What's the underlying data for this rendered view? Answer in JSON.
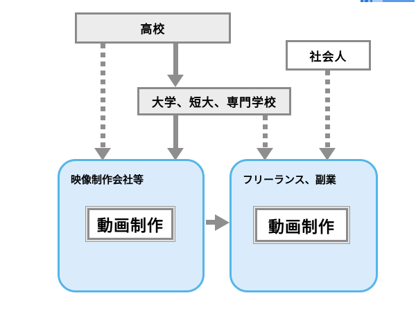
{
  "diagram": {
    "title": "video-production career path flow",
    "nodes": {
      "highschool": {
        "label": "高校"
      },
      "college": {
        "label": "大学、短大、専門学校"
      },
      "adult": {
        "label": "社会人"
      },
      "production_company": {
        "label": "映像制作会社等",
        "inner_label": "動画制作"
      },
      "freelance": {
        "label": "フリーランス、副業",
        "inner_label": "動画制作"
      }
    },
    "edges": [
      {
        "from": "highschool",
        "to": "production_company",
        "style": "dashed"
      },
      {
        "from": "highschool",
        "to": "college",
        "style": "solid"
      },
      {
        "from": "college",
        "to": "production_company",
        "style": "solid"
      },
      {
        "from": "college",
        "to": "freelance",
        "style": "dashed"
      },
      {
        "from": "adult",
        "to": "freelance",
        "style": "dashed"
      },
      {
        "from": "production_company",
        "to": "freelance",
        "style": "solid"
      }
    ],
    "colors": {
      "gray_node_fill": "#ececec",
      "gray_node_border": "#8a8a8a",
      "white_node_fill": "#ffffff",
      "blue_box_fill": "#daecfb",
      "blue_box_border": "#55b5e8",
      "arrow_gray": "#8e8e8e",
      "inner_frame_gray": "#8c8c8c",
      "link_fragment_blue": "#2b7ae1"
    }
  }
}
